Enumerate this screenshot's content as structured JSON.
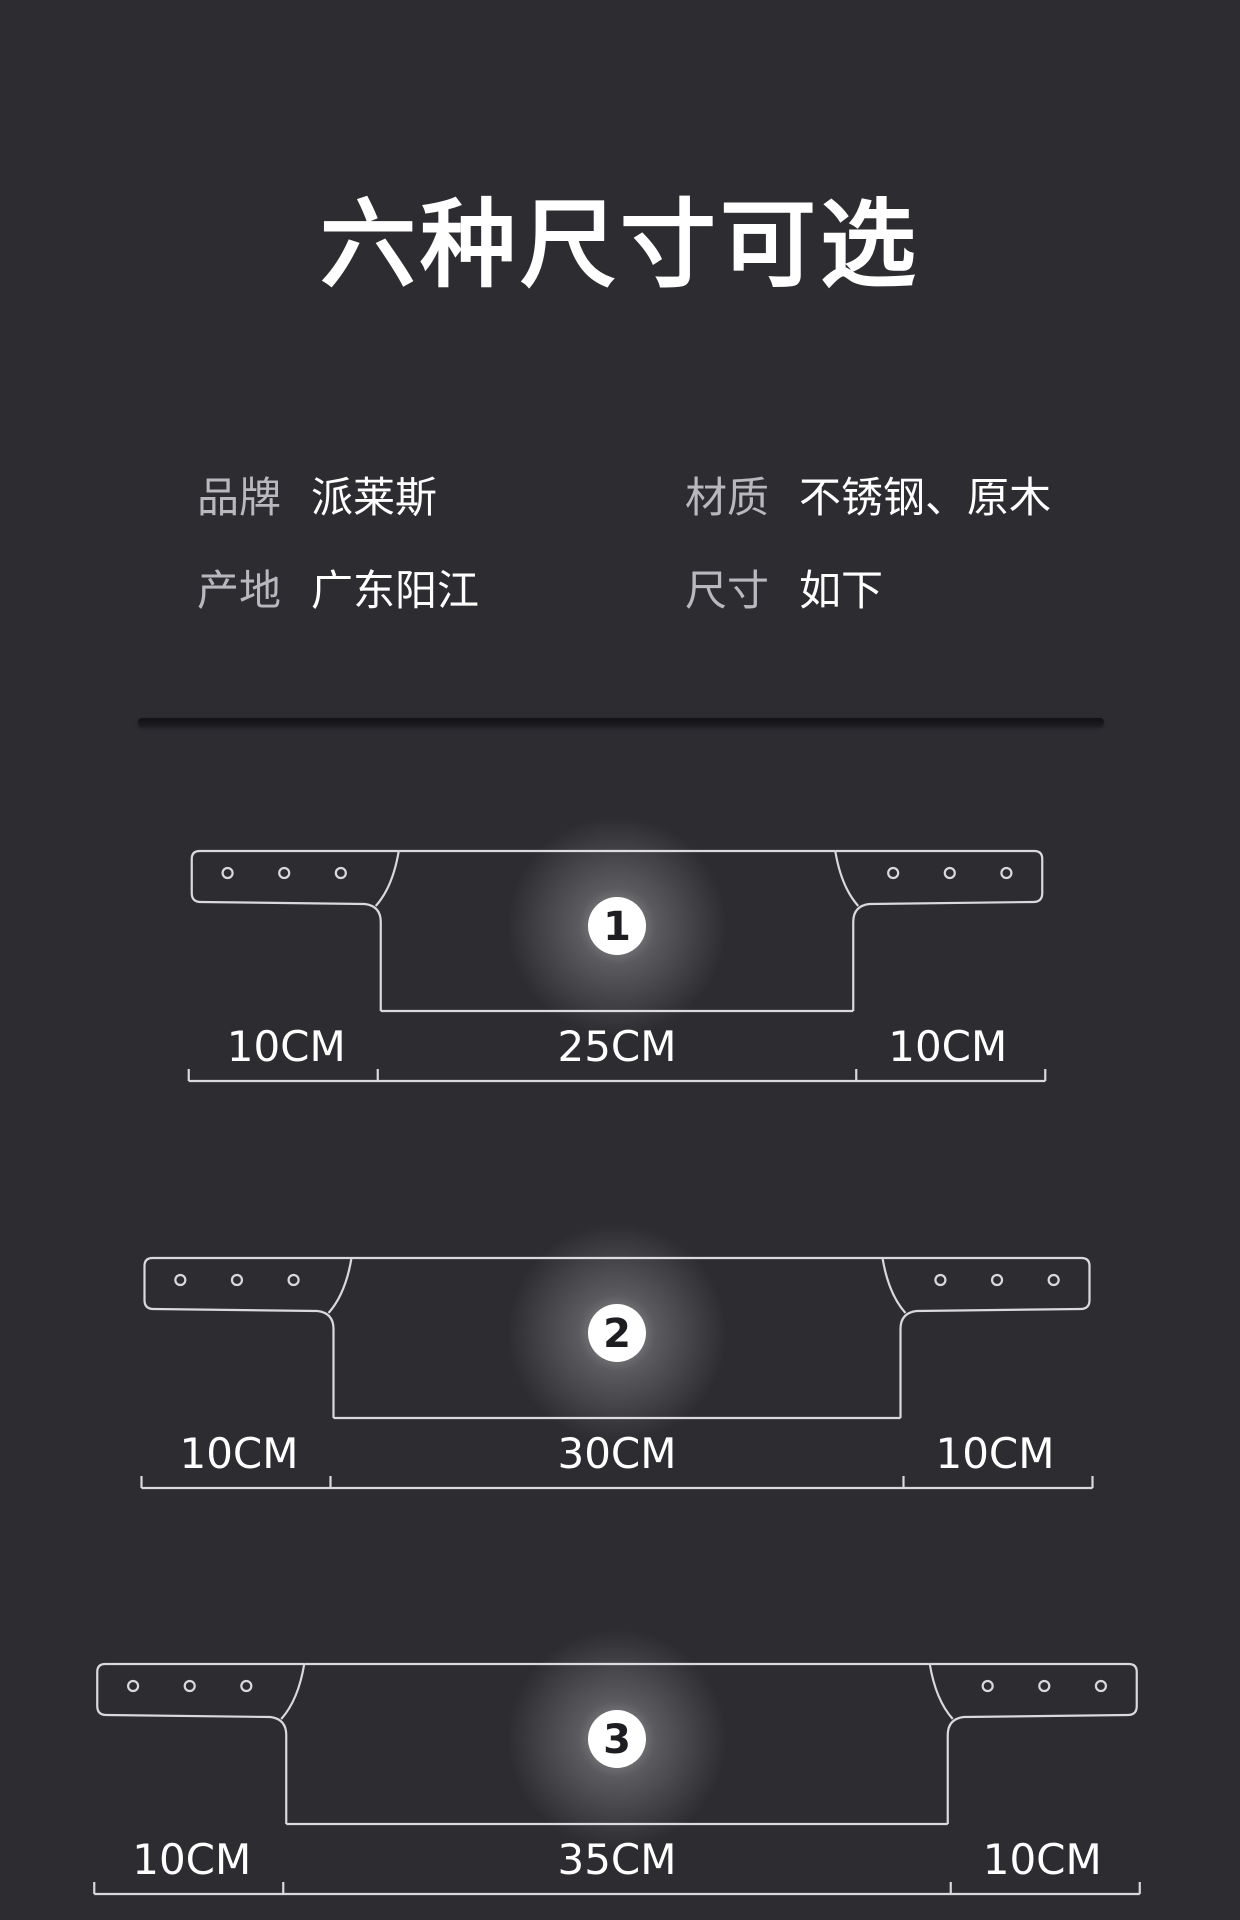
{
  "title": "六种尺寸可选",
  "specs": [
    {
      "label": "品牌",
      "value": "派莱斯"
    },
    {
      "label": "材质",
      "value": "不锈钢、原木"
    },
    {
      "label": "产地",
      "value": "广东阳江"
    },
    {
      "label": "尺寸",
      "value": "如下"
    }
  ],
  "sizes": [
    {
      "number": "1",
      "handle_left": "10CM",
      "blade": "25CM",
      "handle_right": "10CM",
      "handle_cm": 10,
      "blade_cm": 25
    },
    {
      "number": "2",
      "handle_left": "10CM",
      "blade": "30CM",
      "handle_right": "10CM",
      "handle_cm": 10,
      "blade_cm": 30
    },
    {
      "number": "3",
      "handle_left": "10CM",
      "blade": "35CM",
      "handle_right": "10CM",
      "handle_cm": 10,
      "blade_cm": 35
    }
  ],
  "colors": {
    "background": "#2d2c31",
    "outline": "#d9d9de",
    "text": "#ffffff",
    "label": "#b9b8be"
  }
}
